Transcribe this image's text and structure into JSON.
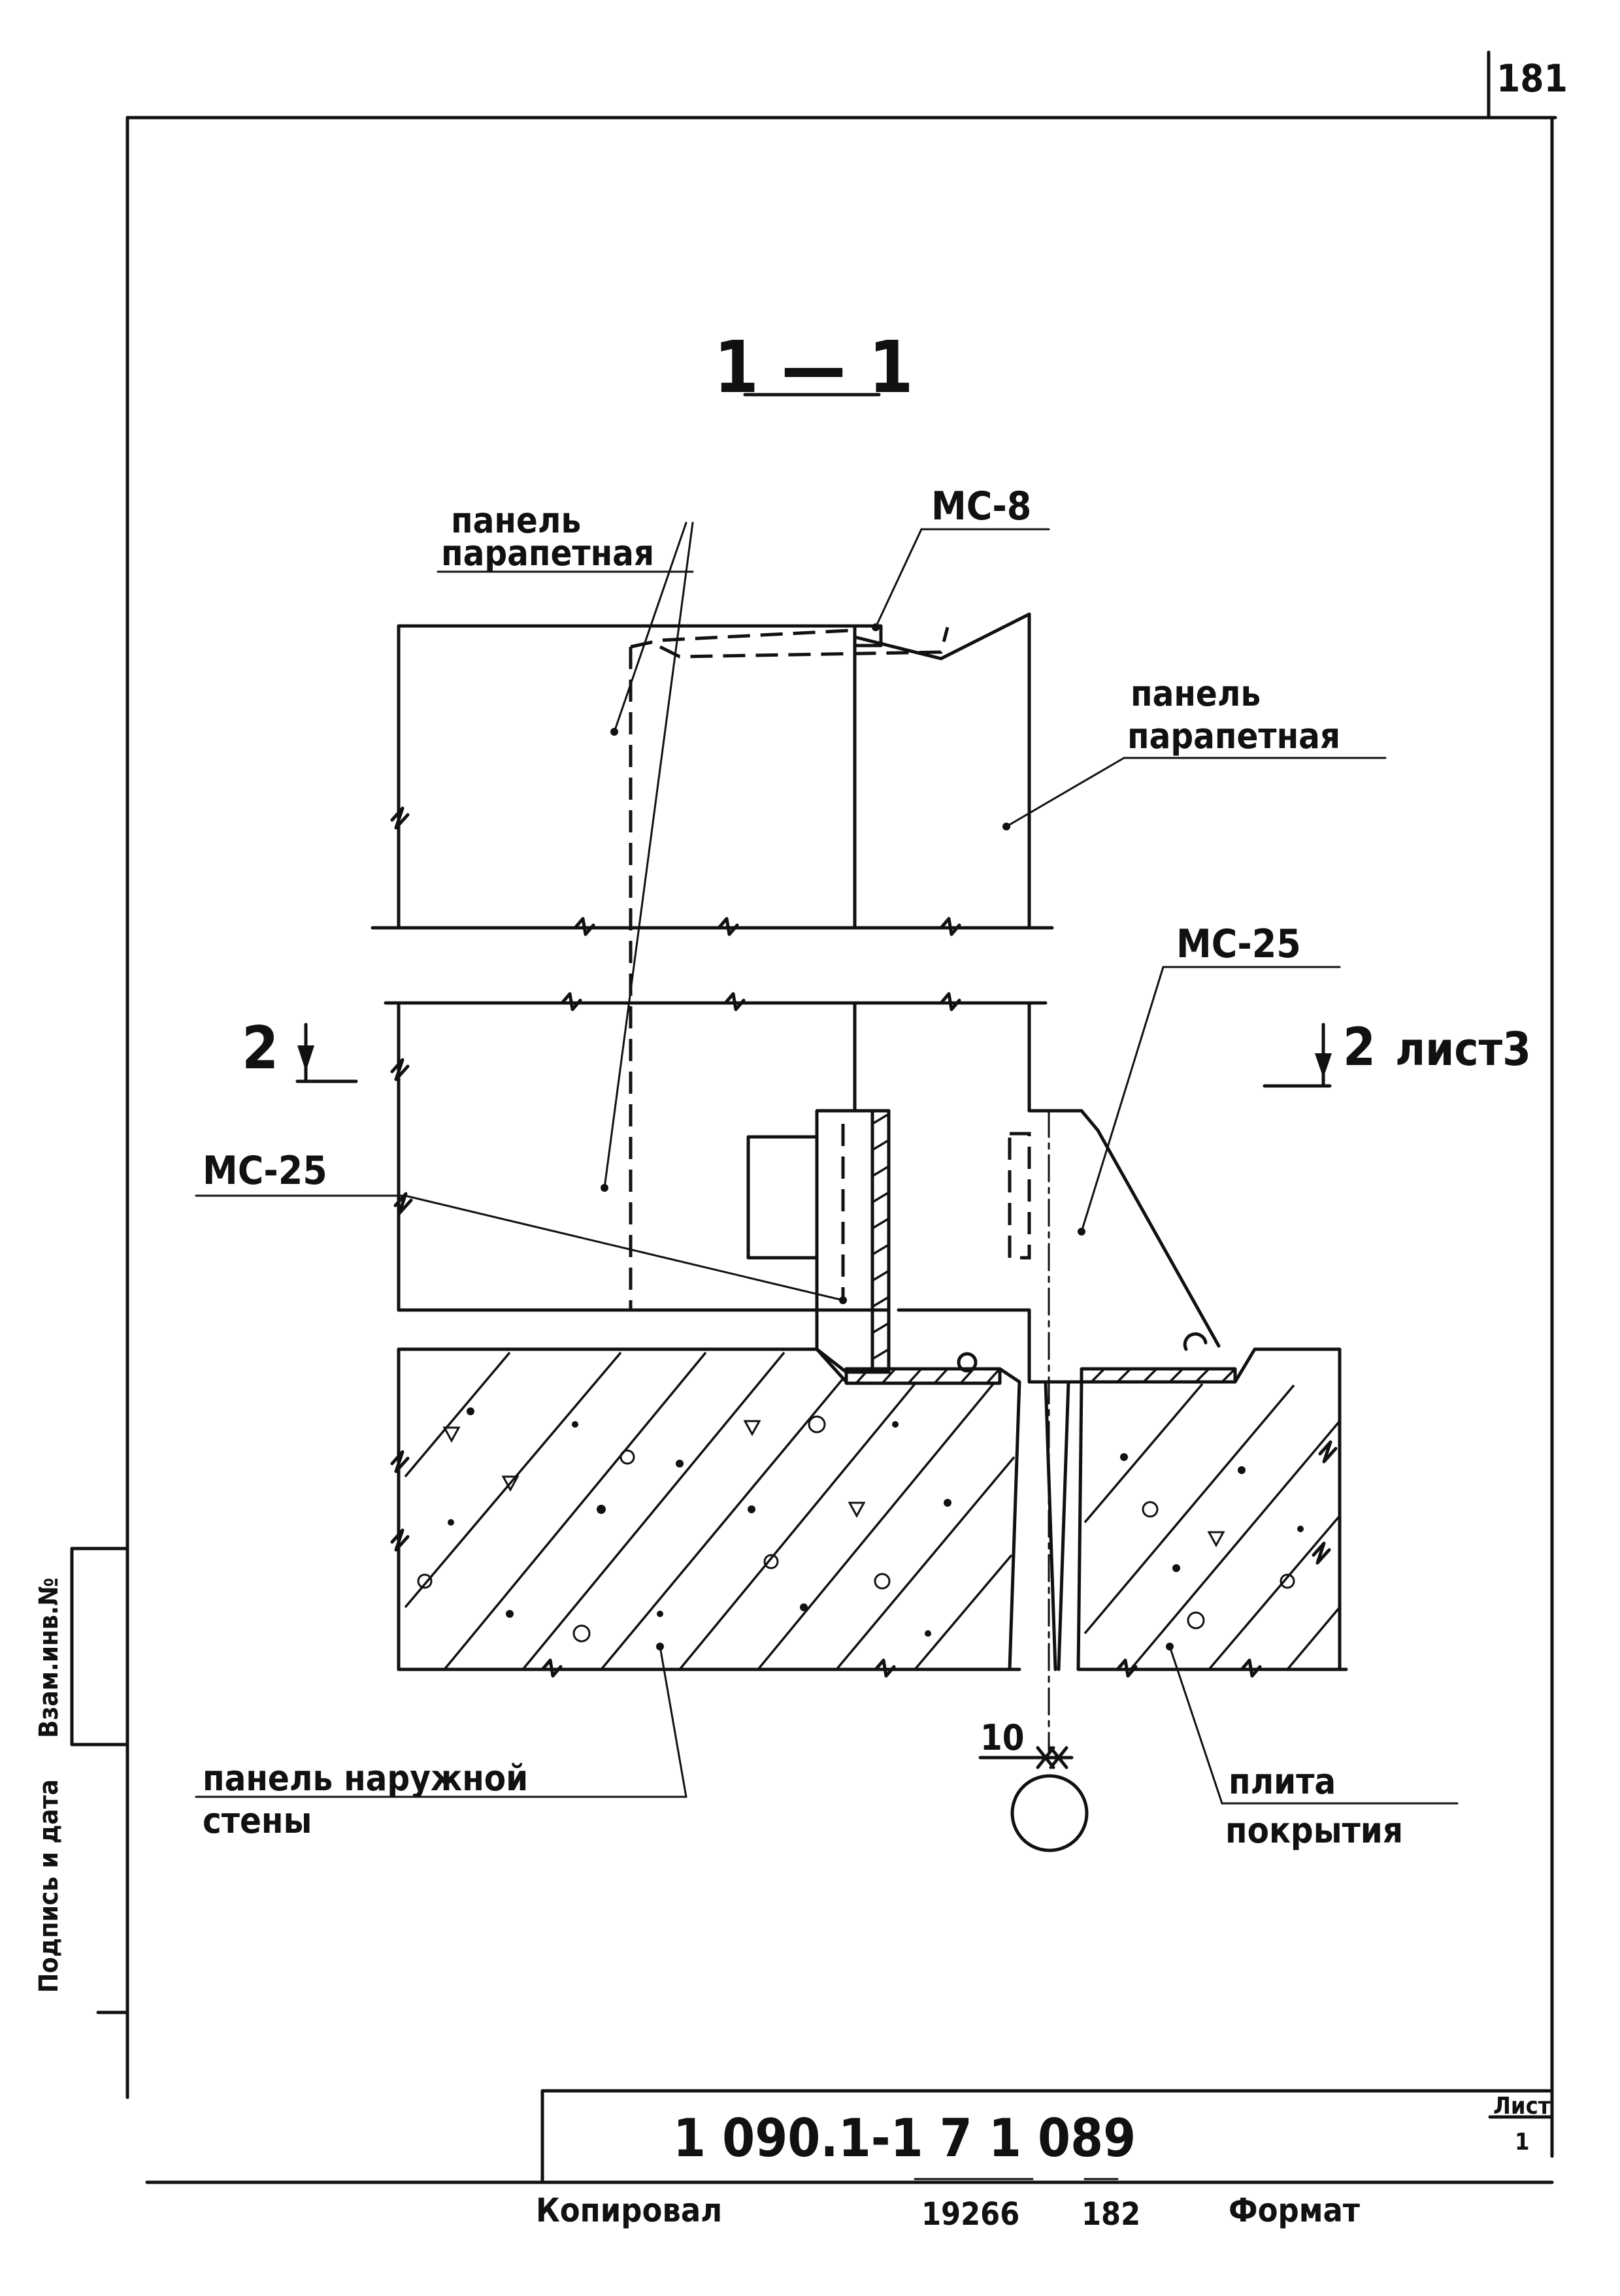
{
  "sheet": {
    "page_number": "181",
    "section_mark": "1 — 1",
    "section_cut_left": "2",
    "section_cut_right": "2",
    "section_cut_sheet_ref": "лист3"
  },
  "labels": {
    "panel_parapet_left_line1": "панель",
    "panel_parapet_left_line2": "парапетная",
    "mc8": "МС-8",
    "panel_parapet_right_line1": "панель",
    "panel_parapet_right_line2": "парапетная",
    "mc25_right": "МС-25",
    "mc25_left": "МС-25",
    "panel_outer_wall_line1": "панель наружной",
    "panel_outer_wall_line2": "стены",
    "slab_line1": "плита",
    "slab_line2": "покрытия",
    "dimension_10": "10"
  },
  "side_stamp": {
    "field_upper": "Взам.инв.№",
    "field_lower": "Подпись и дата"
  },
  "title_block": {
    "document_code": "1 090.1-1 7 1 089",
    "sheet_label": "Лист",
    "sheet_value": "1",
    "copied_label": "Копировал",
    "order_number": "19266",
    "sheet_copy_number": "182",
    "format_label": "Формат"
  }
}
